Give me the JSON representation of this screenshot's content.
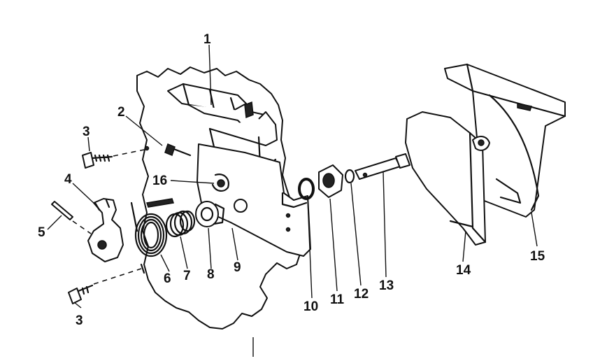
{
  "diagram": {
    "part_labels": [
      {
        "id": "p1",
        "text": "1"
      },
      {
        "id": "p2",
        "text": "2"
      },
      {
        "id": "p3a",
        "text": "3"
      },
      {
        "id": "p3b",
        "text": "3"
      },
      {
        "id": "p4",
        "text": "4"
      },
      {
        "id": "p5",
        "text": "5"
      },
      {
        "id": "p6",
        "text": "6"
      },
      {
        "id": "p7",
        "text": "7"
      },
      {
        "id": "p8",
        "text": "8"
      },
      {
        "id": "p9",
        "text": "9"
      },
      {
        "id": "p10",
        "text": "10"
      },
      {
        "id": "p11",
        "text": "11"
      },
      {
        "id": "p12",
        "text": "12"
      },
      {
        "id": "p13",
        "text": "13"
      },
      {
        "id": "p14",
        "text": "14"
      },
      {
        "id": "p15",
        "text": "15"
      },
      {
        "id": "p16",
        "text": "16"
      }
    ]
  }
}
